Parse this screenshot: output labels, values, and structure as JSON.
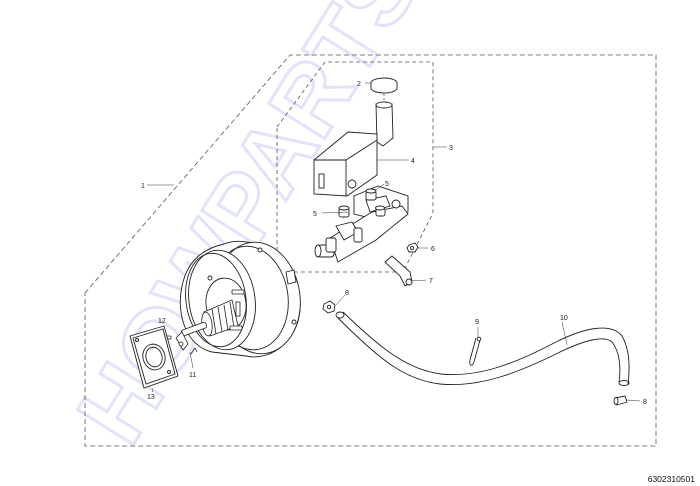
{
  "diagram": {
    "drawing_id": "6302310501",
    "watermark": "HOWPARTS",
    "callouts": {
      "c1": "1",
      "c2": "2",
      "c3": "3",
      "c4": "4",
      "c5a": "5",
      "c5b": "5",
      "c6": "6",
      "c7": "7",
      "c8a": "8",
      "c8b": "8",
      "c9": "9",
      "c10": "10",
      "c11": "11",
      "c12": "12",
      "c13": "13"
    }
  }
}
